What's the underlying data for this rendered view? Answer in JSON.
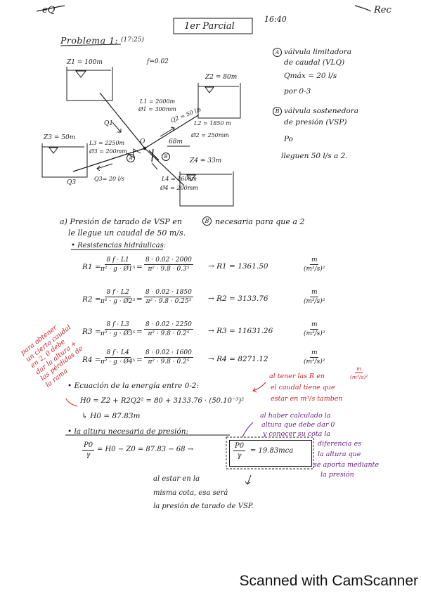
{
  "header": {
    "corner_left": "eQ",
    "corner_right": "Rec",
    "title": "1er Parcial",
    "time": "16:40"
  },
  "problem": {
    "heading": "Problema 1:",
    "score": "(17:25)",
    "friction": "f=0.02",
    "z1": "Z1 = 100m",
    "z2": "Z2 = 80m",
    "z3": "Z3 = 50m",
    "z4": "Z4 = 33m",
    "l1": "L1 = 2000m",
    "d1": "Ø1 = 300mm",
    "l2": "L2 = 1850 m",
    "d2": "Ø2 = 250mm",
    "l3": "L3 = 2250m",
    "d3": "Ø3 = 200mm",
    "l4": "L4 = 1600m",
    "d4": "Ø4 = 200mm",
    "q1": "Q1",
    "q2": "Q2 = 50 l/s",
    "q3_label": "Q3",
    "q3": "Q3= 20 l/s",
    "elev_68": "68m",
    "node_o": "O",
    "marker_a": "A",
    "marker_b": "B",
    "v": "Po"
  },
  "notes": {
    "a_title": "válvula limitadora",
    "a_line2": "de caudal (VLQ)",
    "a_line3": "Qmáx = 20 l/s",
    "a_line4": "por 0-3",
    "b_title": "válvula sostenedora",
    "b_line2": "de presión (VSP)",
    "b_line3": "Po",
    "b_line4": "lleguen 50 l/s a 2."
  },
  "part_a": {
    "line1": "a) Presión de tarado de VSP en",
    "line1_marker": "B",
    "line1_tail": "necesaria para que a 2",
    "line2": "le llegue un caudal de 50 m/s."
  },
  "resistances": {
    "heading": "• Resistencias hidráulicas:",
    "rows": [
      {
        "lhs": "R1 =",
        "sym_num": "8 f · L1",
        "sym_den": "π² · g · Ø1⁵",
        "num_num": "8 · 0.02 · 2000",
        "num_den": "π² · 9.8 · 0.3⁵",
        "result": "→ R1 = 1361.50",
        "unit_num": "m",
        "unit_den": "(m³/s)²"
      },
      {
        "lhs": "R2 =",
        "sym_num": "8 f · L2",
        "sym_den": "π² · g · Ø2⁵",
        "num_num": "8 · 0.02 · 1850",
        "num_den": "π² · 9.8 · 0.25⁵",
        "result": "→ R2 = 3133.76",
        "unit_num": "m",
        "unit_den": "(m³/s)²"
      },
      {
        "lhs": "R3 =",
        "sym_num": "8 f · L3",
        "sym_den": "π² · g · Ø3⁵",
        "num_num": "8 · 0.02 · 2250",
        "num_den": "π² · 9.8 · 0.2⁵",
        "result": "→ R3 = 11631.26",
        "unit_num": "m",
        "unit_den": "(m³/s)²"
      },
      {
        "lhs": "R4 =",
        "sym_num": "8 f · L4",
        "sym_den": "π² · g · Ø4⁵",
        "num_num": "8 · 0.02 · 1600",
        "num_den": "π² · 9.8 · 0.2⁵",
        "result": "→ R4 = 8271.12",
        "unit_num": "m",
        "unit_den": "(m³/s)²"
      }
    ]
  },
  "energy": {
    "heading": "• Ecuación de la energía entre 0-2:",
    "eq": "H0 = Z2 + R2Q2² = 80 + 3133.76 · (50.10⁻³)²",
    "result": "↳ H0 = 87.83m",
    "pressure_heading": "• la altura necesaria de presión:",
    "p_num": "P0",
    "p_den": "γ",
    "p_eq": "= H0 − Z0 = 87.83 − 68 →",
    "boxed_num": "P0",
    "boxed_den": "γ",
    "boxed_val": "= 19.83mca",
    "conclusion1": "al estar en la",
    "conclusion2": "misma cota, esa será",
    "conclusion3": "la presión de tarado de VSP."
  },
  "annotations": {
    "red_units": [
      "al tener las R en",
      "el caudal tiene que",
      "estar en m³/s tamben"
    ],
    "red_units_frac_num": "m",
    "red_units_frac_den": "(m³/s)²",
    "red_side": [
      "para obtener",
      "un cierto caudal",
      "en 2, 0 debe",
      "dar la altura +",
      "las pérdidas de",
      "la rama"
    ],
    "purple_top": [
      "al haber calculado la",
      "altura que debe dar 0",
      "y conocer su cota la"
    ],
    "purple_right": [
      "diferencia es",
      "la altura que",
      "se aporta mediante",
      "la presión"
    ]
  },
  "footer": {
    "scanner": "Scanned with CamScanner"
  }
}
